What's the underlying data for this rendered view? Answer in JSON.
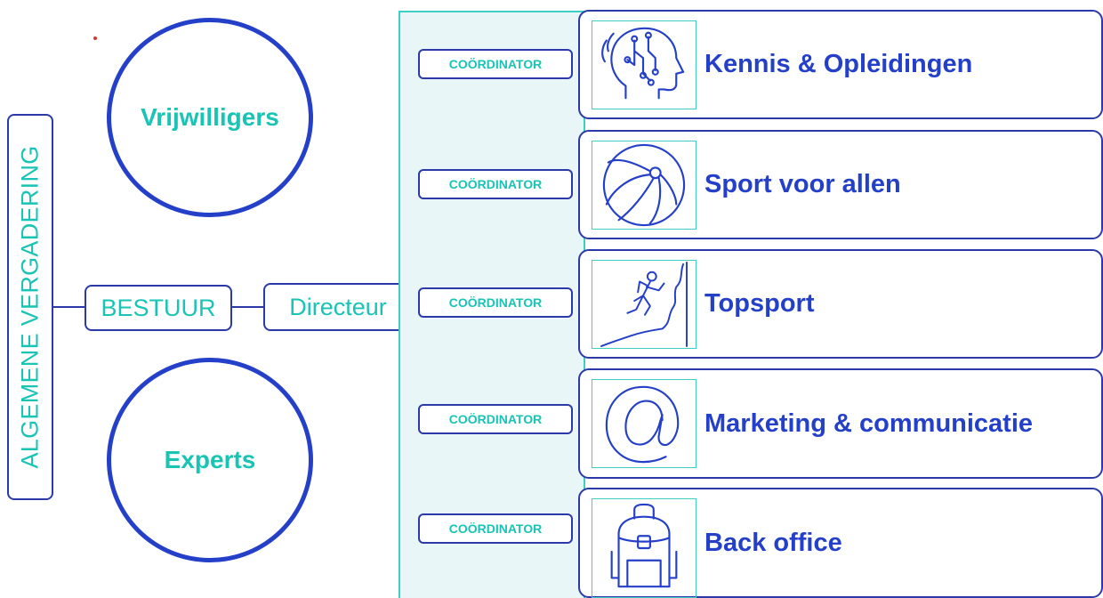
{
  "algemene_vergadering": "ALGEMENE VERGADERING",
  "circles": {
    "top": "Vrijwilligers",
    "bottom": "Experts"
  },
  "bestuur": "BESTUUR",
  "directeur": "Directeur",
  "coordinator_label": "COÖRDINATOR",
  "departments": [
    {
      "label": "Kennis & Opleidingen",
      "icon": "brain-head-icon"
    },
    {
      "label": "Sport voor allen",
      "icon": "ball-icon"
    },
    {
      "label": "Topsport",
      "icon": "climber-icon"
    },
    {
      "label": "Marketing & communicatie",
      "icon": "at-sign-icon"
    },
    {
      "label": "Back office",
      "icon": "backpack-icon"
    }
  ],
  "colors": {
    "navy": "#2b3aa8",
    "teal": "#19c4b5",
    "panel": "#e8f6f7",
    "dept_text": "#2540c8"
  }
}
